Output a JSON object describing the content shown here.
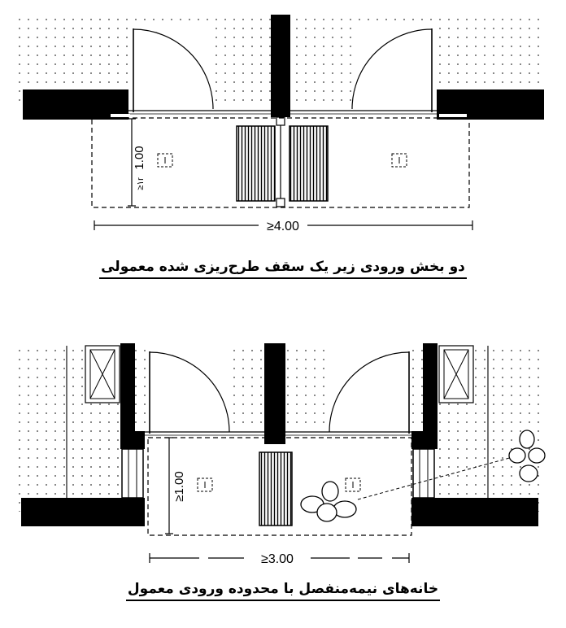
{
  "top_plan": {
    "depth_label": "1.00",
    "depth_label_prefix": "≥",
    "depth_label_alt": "≥۱r",
    "width_label": "≥4.00",
    "caption": "دو بخش ورودی زیر یک سقف طرح‌ریزی شده معمولی"
  },
  "bottom_plan": {
    "depth_label": "≥1.00",
    "width_label": "≥3.00",
    "caption": "خانه‌های نیمه‌منفصل با محدوده ورودی معمول"
  },
  "colors": {
    "ink": "#000000",
    "paper": "#ffffff",
    "dots": "#333333"
  }
}
